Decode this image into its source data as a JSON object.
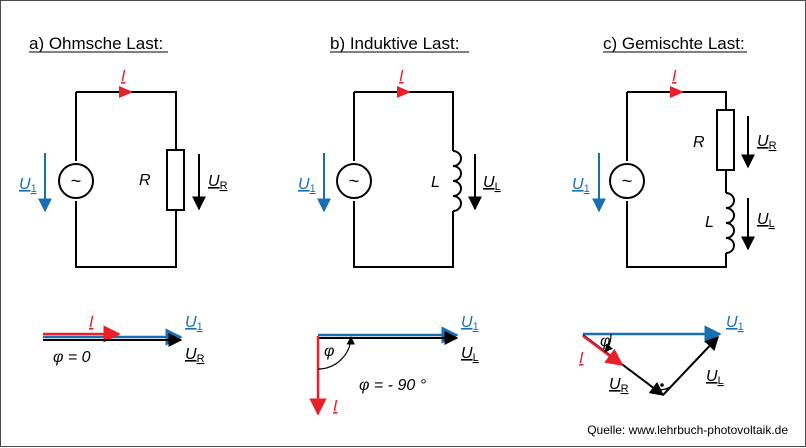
{
  "titles": {
    "ohmic": "a) Ohmsche Last:",
    "inductive": "b) Induktive Last:",
    "mixed": "c) Gemischte Last:"
  },
  "labels": {
    "current": "I",
    "voltage_u": "U",
    "sub_1": "1",
    "sub_r": "R",
    "sub_l": "L",
    "resistor": "R",
    "inductor": "L",
    "source_symbol": "~"
  },
  "phase": {
    "ohmic": "φ = 0",
    "inductive": "φ = - 90 °",
    "mixed": "φ"
  },
  "source_credit": "Quelle: www.lehrbuch-photovoltaik.de",
  "colors": {
    "current": "#e8202a",
    "voltage_source": "#1a6fb3",
    "wire": "#000000"
  }
}
